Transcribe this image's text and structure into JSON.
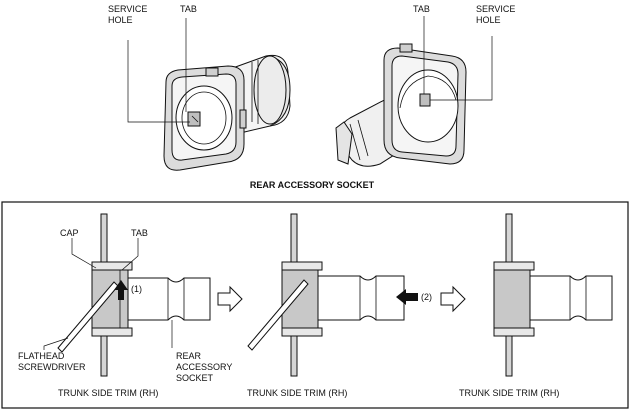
{
  "top": {
    "left_view": {
      "service_hole_label": [
        "SERVICE",
        "HOLE"
      ],
      "tab_label": "TAB"
    },
    "right_view": {
      "tab_label": "TAB",
      "service_hole_label": [
        "SERVICE",
        "HOLE"
      ]
    },
    "caption": "REAR ACCESSORY SOCKET"
  },
  "steps": {
    "step1": {
      "cap_label": "CAP",
      "tab_label": "TAB",
      "marker": "(1)",
      "screwdriver_label": [
        "FLATHEAD",
        "SCREWDRIVER"
      ],
      "socket_label": [
        "REAR",
        "ACCESSORY",
        "SOCKET"
      ],
      "trim_label": "TRUNK SIDE TRIM (RH)"
    },
    "step2": {
      "marker": "(2)",
      "trim_label": "TRUNK SIDE TRIM (RH)"
    },
    "step3": {
      "trim_label": "TRUNK SIDE TRIM (RH)"
    }
  },
  "colors": {
    "line": "#111111",
    "part_fill": "#f2f2f2",
    "socket_fill": "#ffffff",
    "shade": "#c8c8c8",
    "dark_shade": "#9a9a9a"
  }
}
